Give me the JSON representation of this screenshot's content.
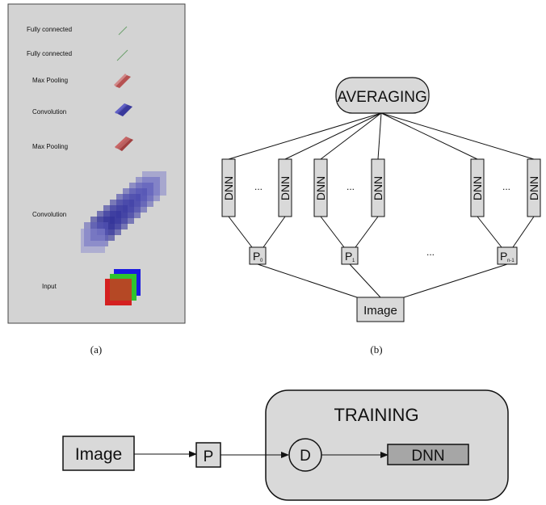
{
  "panel_a": {
    "caption": "(a)",
    "layers": [
      {
        "label": "Fully connected"
      },
      {
        "label": "Fully connected"
      },
      {
        "label": "Max Pooling"
      },
      {
        "label": "Convolution"
      },
      {
        "label": "Max Pooling"
      },
      {
        "label": "Convolution"
      },
      {
        "label": "Input"
      }
    ]
  },
  "panel_b": {
    "caption": "(b)",
    "averaging": "AVERAGING",
    "dnn": "DNN",
    "ellipsis": "...",
    "p_main": "P",
    "p_subs": [
      "0",
      "1",
      "n-1"
    ],
    "image": "Image"
  },
  "panel_c": {
    "image": "Image",
    "p": "P",
    "training": "TRAINING",
    "d": "D",
    "dnn": "DNN"
  },
  "colors": {
    "panel_bg": "#d3d3d3",
    "box_fill": "#d9d9d9",
    "dnn_bar": "#a6a6a6",
    "red_layer": "#b03a3a",
    "blue_layer": "#3a3aa8",
    "green_layer": "#5a9a5a"
  }
}
